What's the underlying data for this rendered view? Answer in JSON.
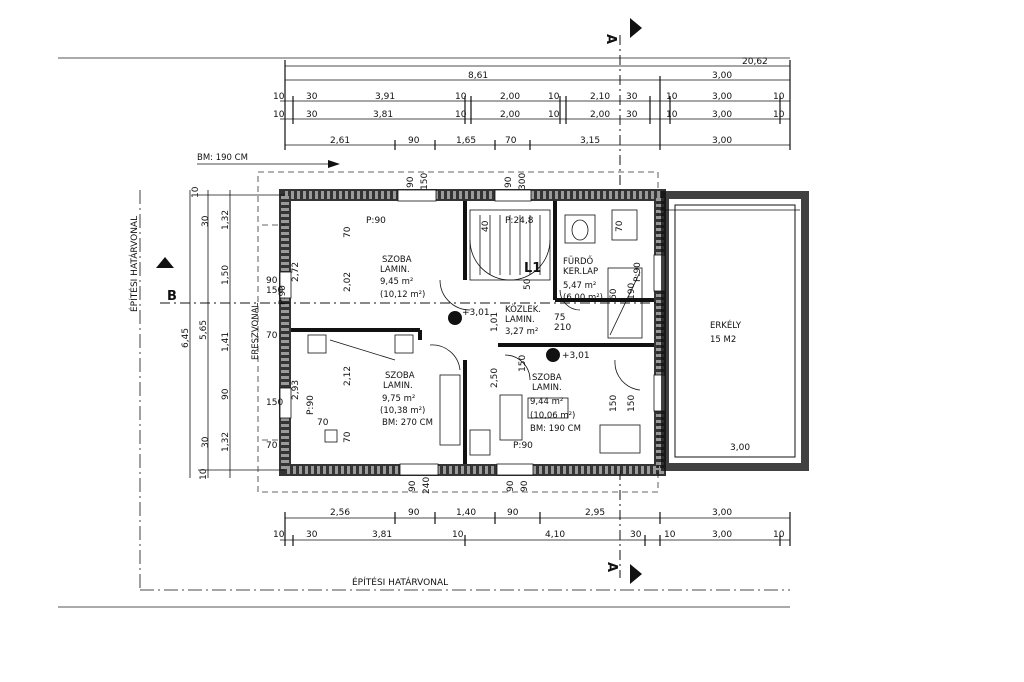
{
  "section_marks": {
    "a_top": "A",
    "a_bottom": "A",
    "b_left": "B"
  },
  "top_dims": {
    "total": "20,62",
    "row1": [
      "8,61",
      "3,00"
    ],
    "row2": [
      "10",
      "30",
      "3,91",
      "10",
      "2,00",
      "10",
      "2,10",
      "30",
      "10",
      "3,00",
      "10"
    ],
    "row3": [
      "10",
      "30",
      "3,81",
      "10",
      "2,00",
      "10",
      "2,00",
      "30",
      "10",
      "3,00",
      "10"
    ],
    "row4": [
      "2,61",
      "90",
      "1,65",
      "70",
      "3,15",
      "3,00"
    ]
  },
  "bottom_dims": {
    "row1": [
      "2,56",
      "90",
      "1,40",
      "90",
      "2,95",
      "3,00"
    ],
    "row2": [
      "10",
      "30",
      "3,81",
      "10",
      "4,10",
      "30",
      "10",
      "3,00",
      "10"
    ]
  },
  "left_dims": {
    "outer": "6,45",
    "mid": "5,65",
    "segments": [
      "30",
      "1,32",
      "1,50",
      "1,41",
      "90",
      "1,32",
      "30"
    ],
    "ends": [
      "10",
      "10"
    ],
    "inner": [
      "2,72",
      "2,02",
      "2,12",
      "2,93"
    ]
  },
  "border_lines": {
    "left": "ÉPÍTÉSI HATÁRVONAL",
    "bottom": "ÉPÍTÉSI HATÁRVONAL"
  },
  "eaves_label": "ERESZVONAL",
  "bm_top": "BM: 190 CM",
  "rooms": {
    "szoba1": {
      "name": "SZOBA",
      "floor": "LAMIN.",
      "area": "9,45 m²",
      "area2": "(10,12 m²)"
    },
    "furdo": {
      "name": "FÜRDŐ",
      "floor": "KER.LAP",
      "area": "5,47 m²",
      "area2": "(6,00 m²)"
    },
    "kozlek": {
      "name": "KÖZLEK.",
      "floor": "LAMIN.",
      "area": "3,27 m²"
    },
    "szoba2": {
      "name": "SZOBA",
      "floor": "LAMIN.",
      "area": "9,75 m²",
      "area2": "(10,38 m²)",
      "bm": "BM: 270 CM"
    },
    "szoba3": {
      "name": "SZOBA",
      "floor": "LAMIN.",
      "area": "9,44 m²",
      "area2": "(10,06 m²)",
      "bm": "BM: 190 CM"
    },
    "erkely": {
      "name": "ERKÉLY",
      "area": "15 M2"
    }
  },
  "stair_label": "L1",
  "level_marks": [
    "+3,01",
    "+3,01"
  ],
  "small_labels": [
    "P:90",
    "P:90",
    "P:90",
    "P:90",
    "P:90",
    "P:24,8",
    "90",
    "150",
    "90",
    "300",
    "70",
    "70",
    "70",
    "40",
    "75",
    "210",
    "90",
    "150",
    "60",
    "190",
    "150",
    "150",
    "150",
    "50",
    "150",
    "2,50",
    "1,01",
    "90",
    "240",
    "90",
    "90",
    "70",
    "70",
    "70",
    "3,00"
  ]
}
